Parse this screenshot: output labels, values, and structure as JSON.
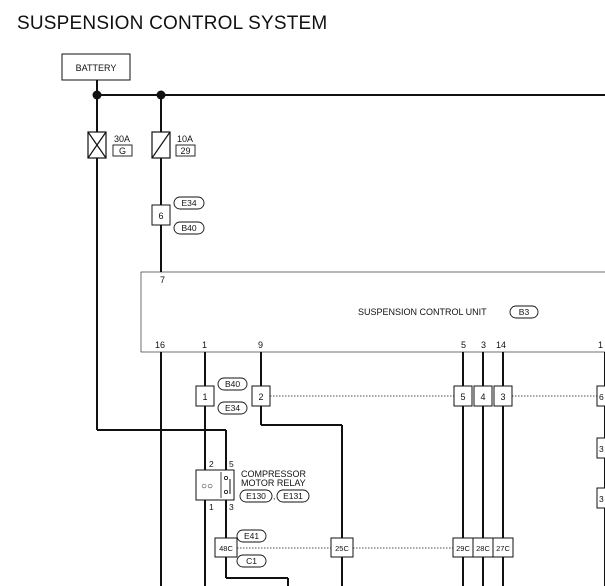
{
  "title": "SUSPENSION CONTROL SYSTEM",
  "battery": {
    "label": "BATTERY"
  },
  "fuses": [
    {
      "rating": "30A",
      "code": "G"
    },
    {
      "rating": "10A",
      "code": "29"
    }
  ],
  "unit": {
    "name": "SUSPENSION CONTROL UNIT",
    "connector": "B3"
  },
  "unit_pins": {
    "top": "7",
    "p16": "16",
    "p1": "1",
    "p9": "9",
    "p5": "5",
    "p3": "3",
    "p14": "14",
    "pedge": "1"
  },
  "connectors": {
    "c6": {
      "pin": "6",
      "codes": [
        "E34",
        "B40"
      ]
    },
    "c_b40_e34": {
      "pins": [
        "1",
        "2"
      ],
      "codes": [
        "B40",
        "E34"
      ]
    },
    "c_right": {
      "pins": [
        "5",
        "4",
        "3"
      ]
    },
    "c_e41_c1": {
      "codes": [
        "E41",
        "C1"
      ]
    },
    "joint": {
      "pins": [
        "48C",
        "25C",
        "29C",
        "28C",
        "27C"
      ]
    },
    "edge_pins": [
      "6",
      "3",
      "3"
    ]
  },
  "relay": {
    "lines": [
      "COMPRESSOR",
      "MOTOR RELAY"
    ],
    "connectors": [
      "E130",
      "E131"
    ],
    "separator": ",",
    "pins": {
      "top_left": "2",
      "top_right": "5",
      "bottom_left": "1",
      "bottom_right": "3"
    }
  }
}
